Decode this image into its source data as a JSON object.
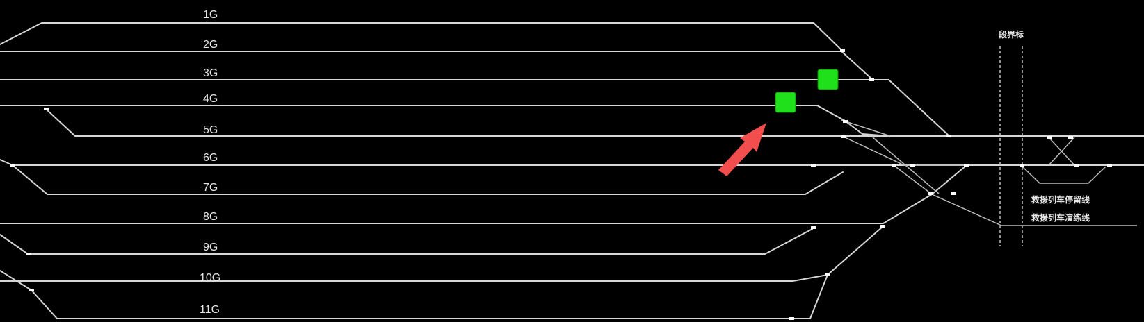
{
  "track_labels": [
    "1G",
    "2G",
    "3G",
    "4G",
    "5G",
    "6G",
    "7G",
    "8G",
    "9G",
    "10G",
    "11G"
  ],
  "boundary_label": "段界标",
  "siding_labels": {
    "stop_line": "救援列车停留线",
    "drill_line": "救援列车演练线"
  },
  "colors": {
    "background": "#000000",
    "track": "#d6d6d6",
    "signal": "#1fe01a",
    "arrow": "#f24e4e"
  },
  "signals": [
    {
      "id": "signal-a",
      "color": "green"
    },
    {
      "id": "signal-b",
      "color": "green"
    }
  ],
  "annotation": {
    "type": "arrow",
    "points_to": "signal-a",
    "color": "red"
  }
}
